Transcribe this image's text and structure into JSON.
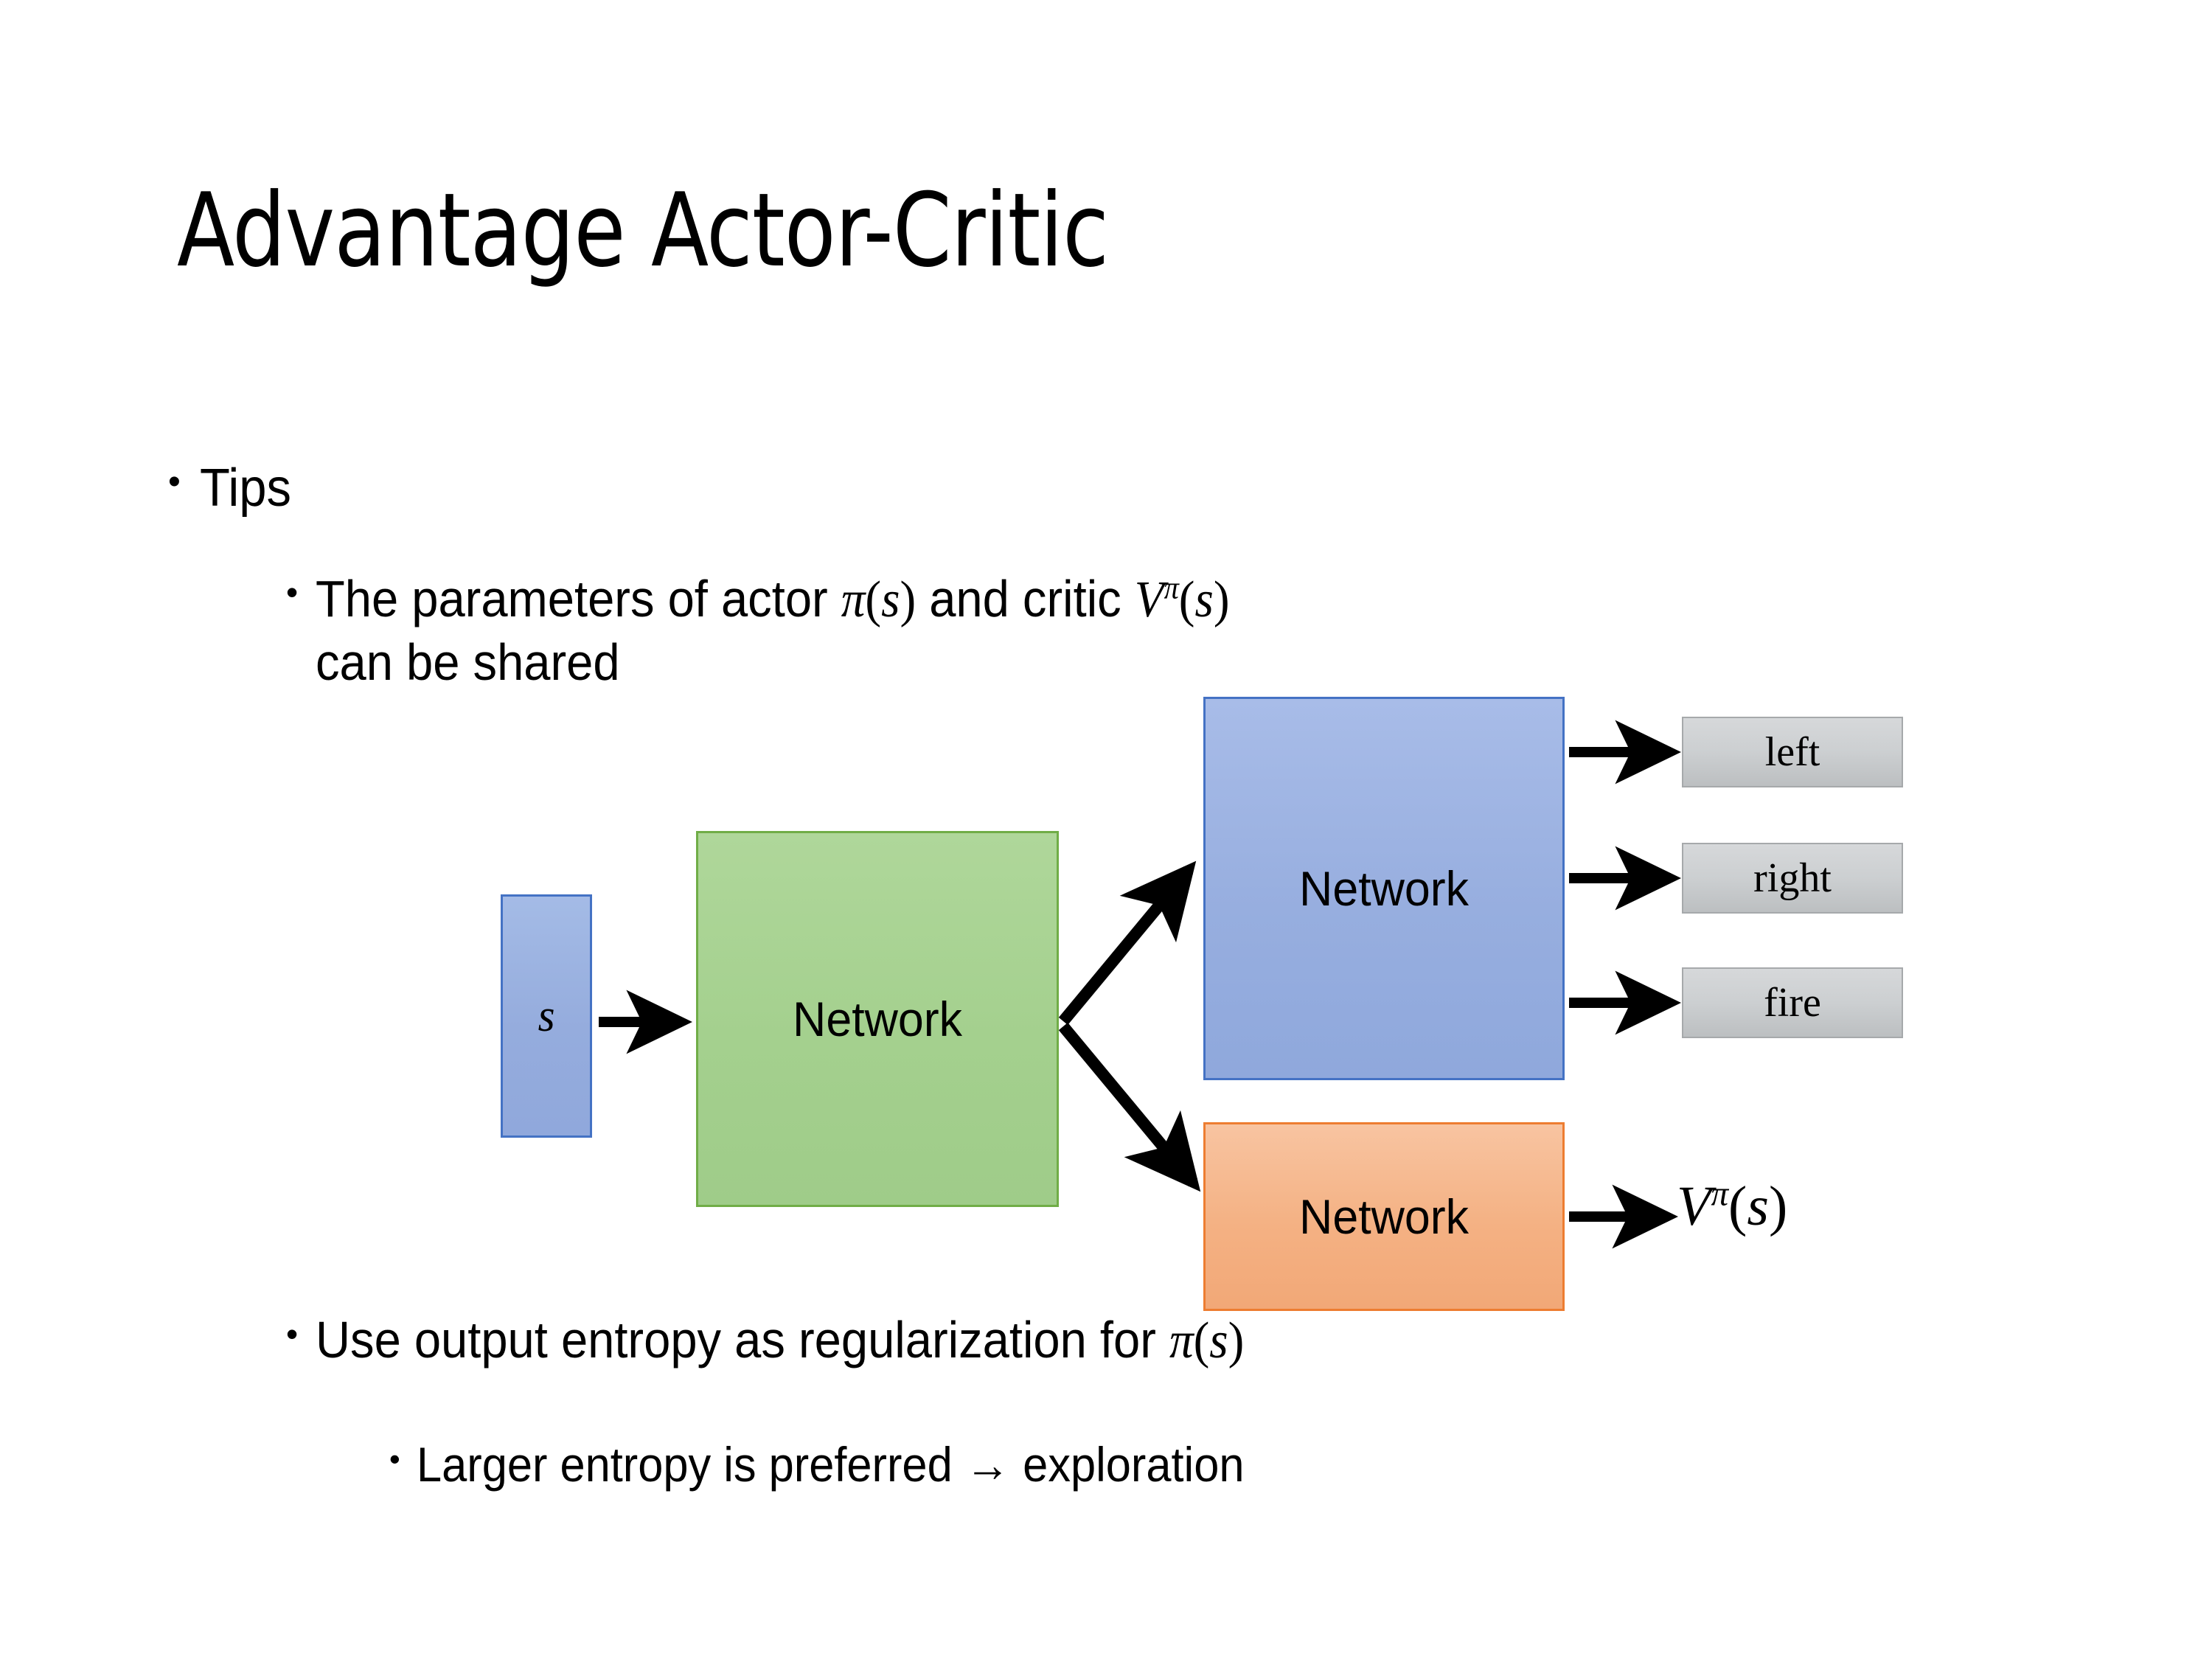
{
  "slide": {
    "title": "Advantage Actor-Critic",
    "background_color": "#FFFFFF"
  },
  "bullets": {
    "level1": {
      "marker": "•",
      "text": "Tips"
    },
    "level2_shared": {
      "marker": "•",
      "line1_prefix": "The parameters of actor ",
      "math_actor": {
        "symbol": "π",
        "arg": "s",
        "rendered": "π(s)"
      },
      "line1_middle": "  and critic ",
      "math_critic": {
        "symbol": "V",
        "superscript": "π",
        "arg": "s",
        "rendered": "Vπ(s)"
      },
      "line2": "can be shared"
    },
    "level2_entropy": {
      "marker": "•",
      "prefix": "Use output entropy as regularization for ",
      "math_actor": {
        "symbol": "π",
        "arg": "s",
        "rendered": "π(s)"
      }
    },
    "level3_exploration": {
      "marker": "•",
      "text": "Larger entropy is preferred → exploration"
    }
  },
  "diagram": {
    "state_box": {
      "label": "s",
      "fill": "#95ACDD",
      "border": "#4472C4"
    },
    "shared_network": {
      "label": "Network",
      "fill": "#A4D08E",
      "border": "#70AD47"
    },
    "actor_network": {
      "label": "Network",
      "fill": "#97AEDF",
      "border": "#4472C4"
    },
    "critic_network": {
      "label": "Network",
      "fill": "#F4B183",
      "border": "#ED7D31"
    },
    "actions": [
      {
        "label": "left",
        "fill": "#CCCFD1",
        "border": "#A6A9AB"
      },
      {
        "label": "right",
        "fill": "#CCCFD1",
        "border": "#A6A9AB"
      },
      {
        "label": "fire",
        "fill": "#CCCFD1",
        "border": "#A6A9AB"
      }
    ],
    "critic_output": {
      "symbol": "V",
      "superscript": "π",
      "arg": "s",
      "rendered": "Vπ(s)"
    },
    "arrow_color": "#000000",
    "arrows": [
      {
        "name": "state-to-shared",
        "from": "state_box",
        "to": "shared_network"
      },
      {
        "name": "shared-to-actor",
        "from": "shared_network",
        "to": "actor_network"
      },
      {
        "name": "shared-to-critic",
        "from": "shared_network",
        "to": "critic_network"
      },
      {
        "name": "actor-to-left",
        "from": "actor_network",
        "to": "left"
      },
      {
        "name": "actor-to-right",
        "from": "actor_network",
        "to": "right"
      },
      {
        "name": "actor-to-fire",
        "from": "actor_network",
        "to": "fire"
      },
      {
        "name": "critic-to-output",
        "from": "critic_network",
        "to": "critic_output"
      }
    ]
  }
}
